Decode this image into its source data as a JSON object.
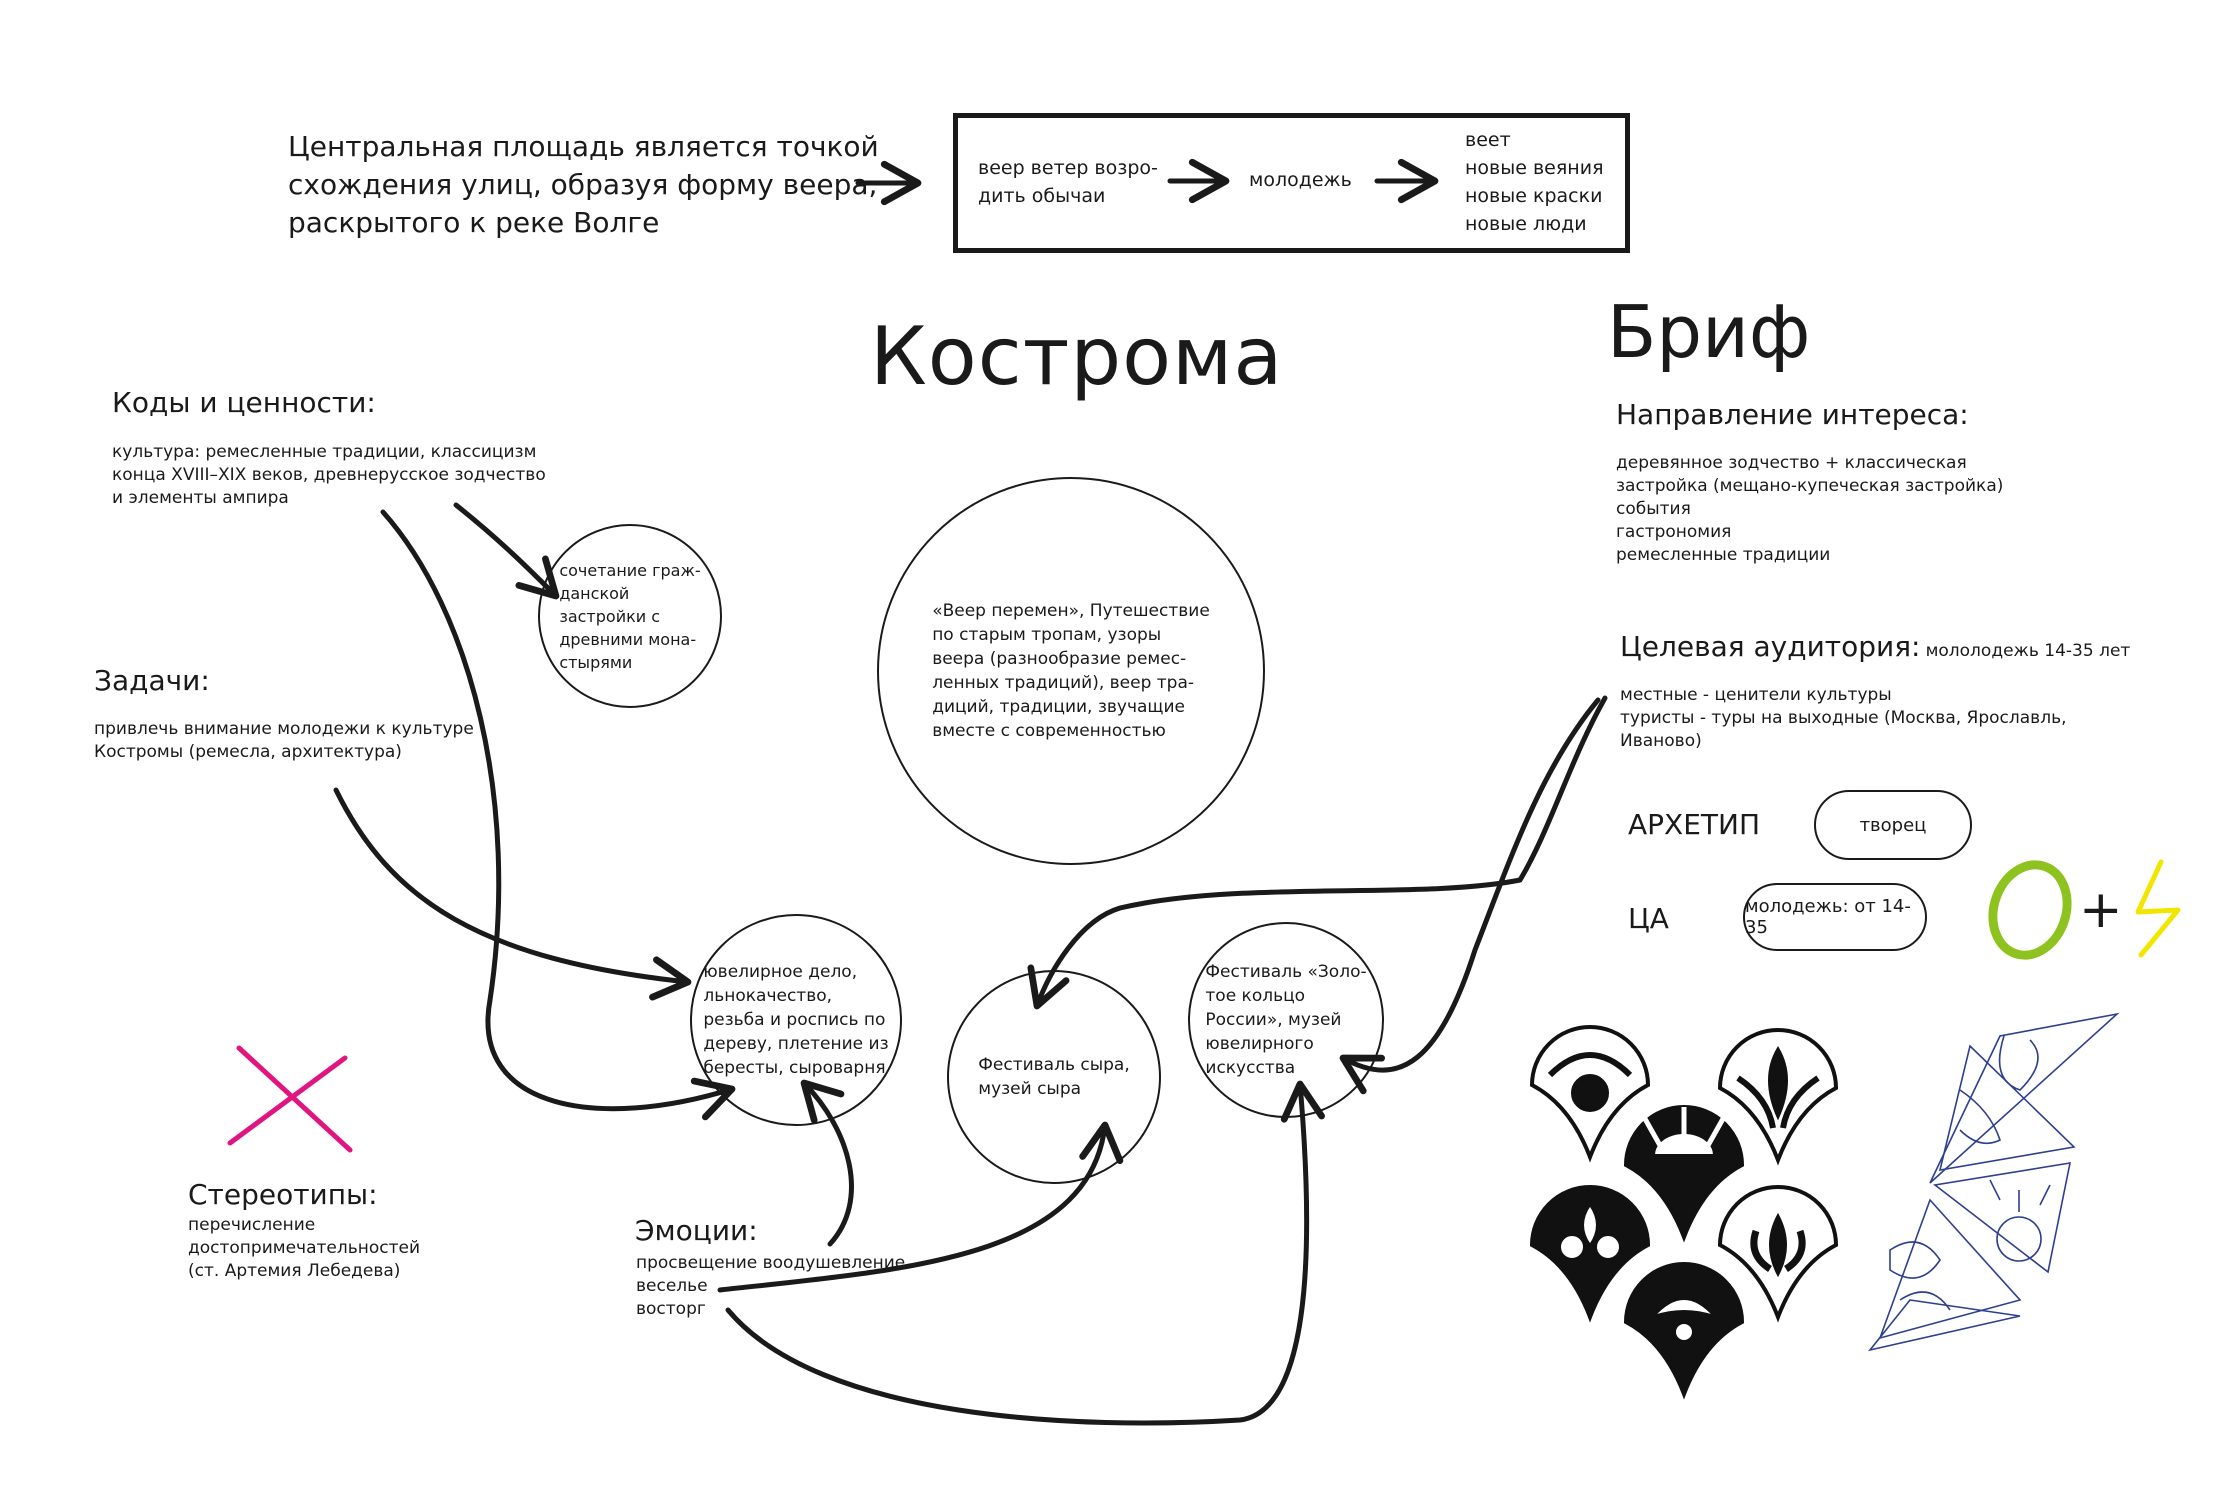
{
  "intro": "Центральная площадь является точкой\nсхождения улиц, образуя форму веера,\nраскрытого к реке Волге",
  "top_box": {
    "part1": "веер ветер возро-\nдить обычаи",
    "part2": "молодежь",
    "part3": "веет\nновые веяния\nновые краски\nновые люди"
  },
  "title": "Кострома",
  "brief_title": "Бриф",
  "codes": {
    "heading": "Коды и ценности:",
    "text": "культура: ремесленные традиции, классицизм\nконца XVIII–XIX веков, древнерусское зодчество\nи элементы ампира"
  },
  "tasks": {
    "heading": "Задачи:",
    "text": "привлечь внимание молодежи к культуре\nКостромы (ремесла, архитектура)"
  },
  "stereotypes": {
    "heading": "Стереотипы:",
    "text": "перечисление достопримечательностей\n(ст. Артемия Лебедева)"
  },
  "emotions": {
    "heading": "Эмоции:",
    "text": "просвещение воодушевление\nвеселье\nвосторг"
  },
  "circles": {
    "architecture": "сочетание граж-\nданской\nзастройки с\nдревними мона-\nстырями",
    "main": "«Веер перемен», Путешествие\nпо старым тропам, узоры\nвеера (разнообразие ремес-\nленных традиций), веер тра-\nдиций, традиции, звучащие\nвместе с современностью",
    "crafts": "ювелирное дело,\nльнокачество,\nрезьба и роспись по\nдереву, плетение из\nбересты, сыроварня",
    "cheese": "Фестиваль сыра,\nмузей сыра",
    "festival": "Фестиваль «Золо-\nтое кольцо\nРоссии», музей\nювелирного\nискусства"
  },
  "interest": {
    "heading": "Направление интереса:",
    "text": "деревянное зодчество + классическая\nзастройка (мещано-купеческая застройка)\nсобытия\nгастрономия\nремесленные традиции"
  },
  "audience": {
    "heading": "Целевая аудитория:",
    "note": "мололодежь 14-35 лет",
    "text": "местные - ценители культуры\nтуристы - туры на выходные (Москва, Ярославль,\nИваново)"
  },
  "archetype": {
    "label": "АРХЕТИП",
    "value": "творец"
  },
  "ca": {
    "label": "ЦА",
    "value": "молодежь: от 14-35",
    "plus": "+"
  },
  "colors": {
    "ink": "#1a1a1a",
    "magenta": "#e0157f",
    "green": "#8dc21f",
    "yellow": "#f2e600",
    "sketch": "#2d3f8f"
  },
  "icons": [
    "cross-mark-icon",
    "green-circle-icon",
    "lightning-icon",
    "fan-ornament-icon",
    "sketch-ornament-icon"
  ]
}
